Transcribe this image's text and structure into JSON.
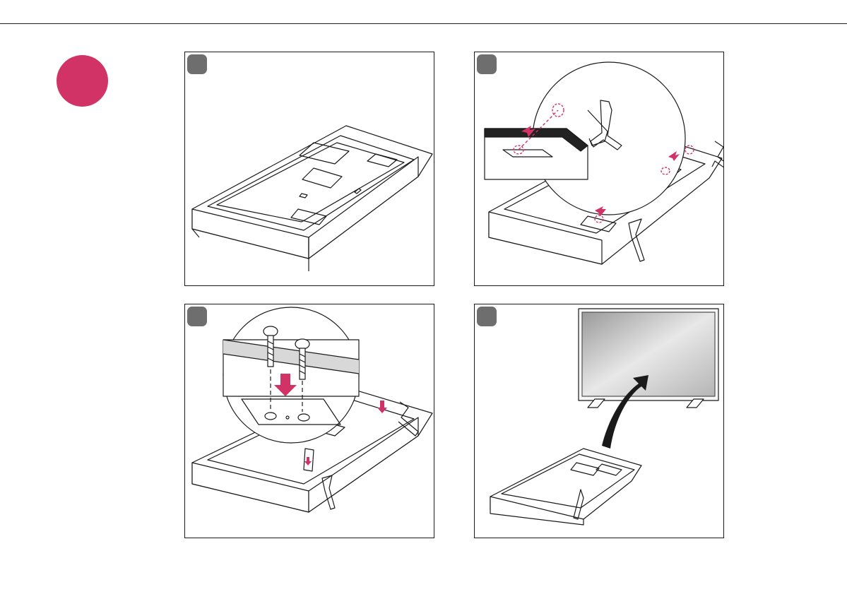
{
  "section": {
    "badge_color": "#d13366"
  },
  "steps": [
    {
      "badge_color": "#6e6e6e",
      "illustration": "tv-facedown-on-cushion"
    },
    {
      "badge_color": "#6e6e6e",
      "illustration": "stand-insertion-magnified"
    },
    {
      "badge_color": "#6e6e6e",
      "illustration": "stand-screws-magnified"
    },
    {
      "badge_color": "#6e6e6e",
      "illustration": "tv-raised-upright"
    }
  ],
  "colors": {
    "accent": "#d13366",
    "line": "#1a1a1a",
    "badge": "#6e6e6e"
  }
}
